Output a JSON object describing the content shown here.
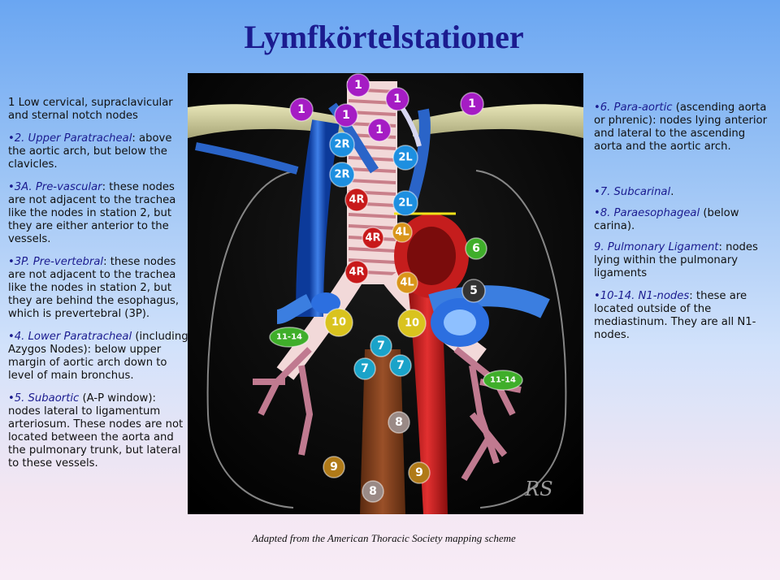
{
  "title": "Lymfkörtelstationer",
  "left": [
    {
      "label": "",
      "text": "1 Low cervical, supraclavicular and sternal notch nodes"
    },
    {
      "label": "•2. Upper Paratracheal",
      "text": ": above the aortic arch, but below the clavicles."
    },
    {
      "label": "•3A. Pre-vascular",
      "text": ": these nodes are not adjacent to the trachea like the nodes in station 2, but they are either anterior to the vessels."
    },
    {
      "label": "•3P. Pre-vertebral",
      "text": ": these nodes are not adjacent to the trachea like the nodes in station 2, but they are behind the esophagus, which is prevertebral (3P)."
    },
    {
      "label": "•4. Lower Paratracheal",
      "text": " (including Azygos Nodes): below upper margin of aortic arch down to level of main bronchus."
    },
    {
      "label": "•5. Subaortic",
      "text": " (A-P window): nodes lateral to ligamentum arteriosum. These nodes are not located between the aorta and the pulmonary trunk, but lateral to these vessels."
    }
  ],
  "right": [
    {
      "label": "•6. Para-aortic",
      "text": " (ascending aorta or phrenic): nodes lying anterior and lateral to the ascending aorta and the aortic arch."
    },
    {
      "label": "•7. Subcarinal",
      "text": "."
    },
    {
      "label": "•8. Paraesophageal",
      "text": " (below carina)."
    },
    {
      "label": "9. Pulmonary Ligament",
      "text": ": nodes lying within the pulmonary ligaments"
    },
    {
      "label": "•10-14. N1-nodes",
      "text": ": these are located outside of the mediastinum. They are all N1-nodes."
    }
  ],
  "diagram": {
    "signature": "RS",
    "nodes": [
      {
        "label": "1",
        "color": "#a51cc4",
        "kind": "circle"
      },
      {
        "label": "1",
        "color": "#a51cc4",
        "kind": "circle"
      },
      {
        "label": "1",
        "color": "#a51cc4",
        "kind": "circle"
      },
      {
        "label": "1",
        "color": "#a51cc4",
        "kind": "circle"
      },
      {
        "label": "1",
        "color": "#a51cc4",
        "kind": "circle"
      },
      {
        "label": "1",
        "color": "#a51cc4",
        "kind": "circle"
      },
      {
        "label": "2R",
        "color": "#1d8fe0",
        "kind": "circle"
      },
      {
        "label": "2R",
        "color": "#1d8fe0",
        "kind": "circle"
      },
      {
        "label": "2L",
        "color": "#1d8fe0",
        "kind": "circle"
      },
      {
        "label": "2L",
        "color": "#1d8fe0",
        "kind": "circle"
      },
      {
        "label": "4R",
        "color": "#c8191a",
        "kind": "circle"
      },
      {
        "label": "4R",
        "color": "#c8191a",
        "kind": "circle"
      },
      {
        "label": "4R",
        "color": "#c8191a",
        "kind": "circle"
      },
      {
        "label": "4L",
        "color": "#d9951a",
        "kind": "circle"
      },
      {
        "label": "4L",
        "color": "#d9951a",
        "kind": "circle"
      },
      {
        "label": "5",
        "color": "#333333",
        "kind": "circle"
      },
      {
        "label": "6",
        "color": "#3fae2a",
        "kind": "circle"
      },
      {
        "label": "7",
        "color": "#1aa3c9",
        "kind": "circle"
      },
      {
        "label": "7",
        "color": "#1aa3c9",
        "kind": "circle"
      },
      {
        "label": "7",
        "color": "#1aa3c9",
        "kind": "circle"
      },
      {
        "label": "8",
        "color": "#9a8a86",
        "kind": "circle"
      },
      {
        "label": "8",
        "color": "#9a8a86",
        "kind": "circle"
      },
      {
        "label": "9",
        "color": "#b07a18",
        "kind": "circle"
      },
      {
        "label": "9",
        "color": "#b07a18",
        "kind": "circle"
      },
      {
        "label": "10",
        "color": "#d9c31e",
        "kind": "circle"
      },
      {
        "label": "10",
        "color": "#d9c31e",
        "kind": "circle"
      },
      {
        "label": "11-14",
        "color": "#3fae2a",
        "kind": "ellipse"
      },
      {
        "label": "11-14",
        "color": "#3fae2a",
        "kind": "ellipse"
      }
    ]
  },
  "caption": "Adapted from the American Thoracic Society mapping scheme"
}
